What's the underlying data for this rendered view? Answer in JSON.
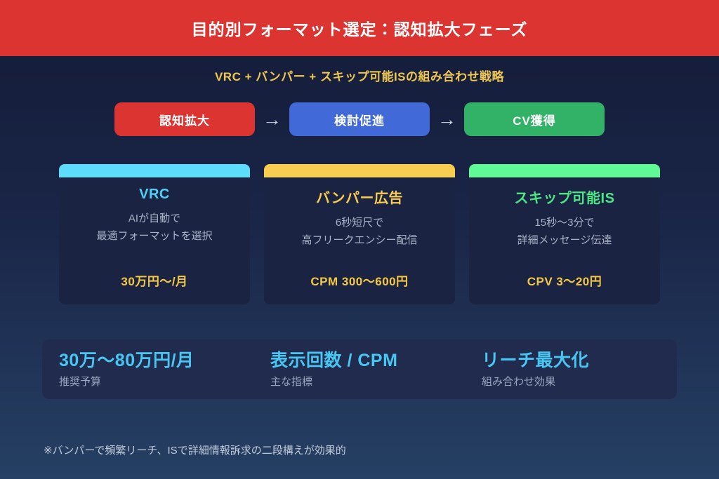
{
  "header": {
    "title": "目的別フォーマット選定：認知拡大フェーズ",
    "bg_color": "#dc3431"
  },
  "subtitle": "VRC + バンパー + スキップ可能ISの組み合わせ戦略",
  "flow": {
    "arrow": "→",
    "steps": [
      {
        "label": "認知拡大",
        "color": "#dc3431"
      },
      {
        "label": "検討促進",
        "color": "#4169d8"
      },
      {
        "label": "CV獲得",
        "color": "#32b266"
      }
    ]
  },
  "cards": [
    {
      "title": "VRC",
      "line1": "AIが自動で",
      "line2": "最適フォーマットを選択",
      "price": "30万円〜/月",
      "accent": "#4fd2f7",
      "bar_color": "#5eddfb"
    },
    {
      "title": "バンパー広告",
      "line1": "6秒短尺で",
      "line2": "高フリークエンシー配信",
      "price": "CPM 300〜600円",
      "accent": "#f9cd50",
      "bar_color": "#f9cd50"
    },
    {
      "title": "スキップ可能IS",
      "line1": "15秒〜3分で",
      "line2": "詳細メッセージ伝達",
      "price": "CPV 3〜20円",
      "accent": "#4ae885",
      "bar_color": "#5ffa95"
    }
  ],
  "stats": [
    {
      "value": "30万〜80万円/月",
      "label": "推奨予算"
    },
    {
      "value": "表示回数 / CPM",
      "label": "主な指標"
    },
    {
      "value": "リーチ最大化",
      "label": "組み合わせ効果"
    }
  ],
  "footnote": "※バンパーで頻繁リーチ、ISで詳細情報訴求の二段構えが効果的",
  "colors": {
    "background_top": "#131b36",
    "background_bottom": "#254064",
    "card_bg": "#1b2342",
    "stats_bg": "#212b4e",
    "price_text": "#f5c843",
    "stat_value_text": "#47c7f2"
  }
}
